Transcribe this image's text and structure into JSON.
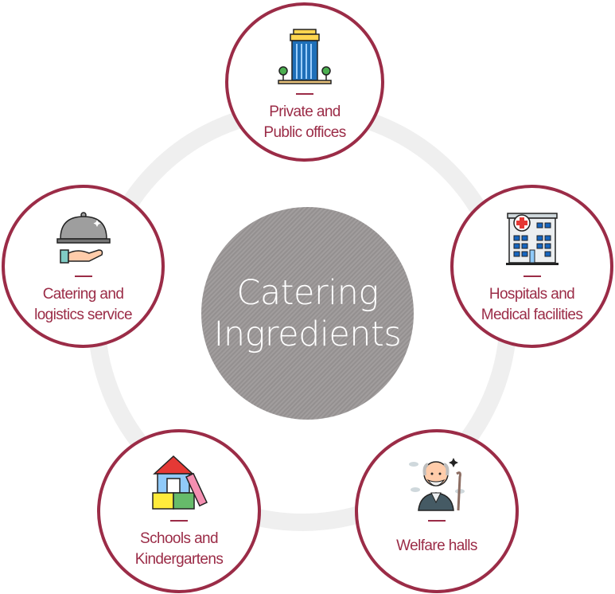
{
  "center": {
    "line1": "Catering",
    "line2": "Ingredients"
  },
  "nodes": [
    {
      "key": "offices",
      "line1": "Private and",
      "line2": "Public offices",
      "icon": "office-building-icon"
    },
    {
      "key": "hospitals",
      "line1": "Hospitals and",
      "line2": "Medical facilities",
      "icon": "hospital-icon"
    },
    {
      "key": "welfare",
      "line1": "Welfare halls",
      "line2": "",
      "icon": "elderly-man-icon"
    },
    {
      "key": "schools",
      "line1": "Schools and",
      "line2": "Kindergartens",
      "icon": "school-blocks-icon"
    },
    {
      "key": "catering",
      "line1": "Catering and",
      "line2": "logistics service",
      "icon": "food-cloche-icon"
    }
  ],
  "colors": {
    "accent": "#9b2c47",
    "ring": "#efefef",
    "center": "#9a9696"
  }
}
